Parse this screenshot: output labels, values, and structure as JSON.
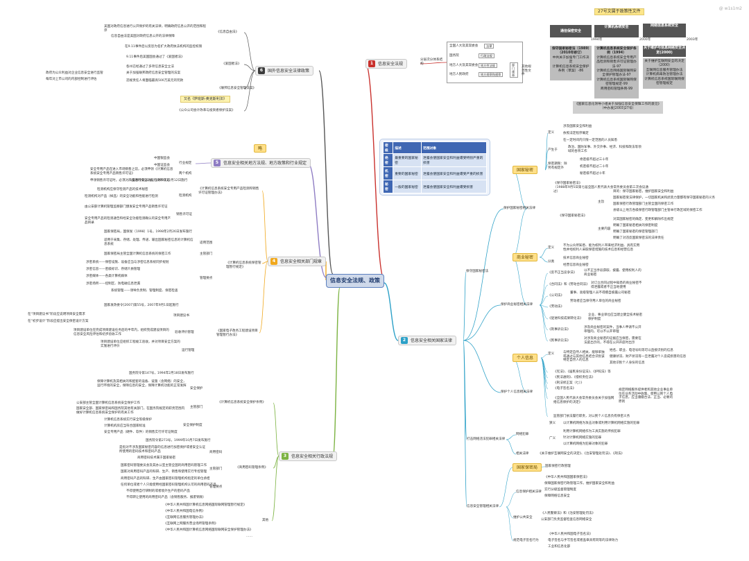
{
  "title": "信息安全法规、政策",
  "watermark": "@ w1s1m2",
  "branches": {
    "b1": {
      "num": "1",
      "label": "信息安全法规"
    },
    "b2": {
      "num": "2",
      "label": "信息安全相关国家法律"
    },
    "b3": {
      "num": "3",
      "label": "信息安全相关行政法规"
    },
    "b4": {
      "num": "4",
      "label": "信息安全相关部门规章"
    },
    "b5": {
      "num": "5",
      "label": "信息安全相关地方法规、地方政策和行业规定"
    },
    "b6": {
      "num": "6",
      "label": "国外信息安全法律政策"
    }
  },
  "b1_detail": {
    "note": "分层次分体系结构",
    "rows": [
      "全国人大及其常委会",
      "国务院",
      "地方人大及其常委会",
      "地方人民政府"
    ],
    "types": [
      "法律",
      "行政法规",
      "地方性法规",
      "地方规章和规章"
    ],
    "side1": "部门规章",
    "side2": "其他规范性文件"
  },
  "timeline": {
    "top": "27号文属于政策性文件",
    "heads": [
      "通信保密安全",
      "计算机系统安全",
      "网络信息系统安全",
      "关于维护与信息网络安全决定(2000)"
    ],
    "years": [
      "1994年",
      "2000年",
      "2003年"
    ],
    "col1": [
      "保守国家秘密法（1989）（2010年修订）",
      "中共关于加强专门工作决定",
      "计算机信息系统安全保护条例（草案）-86"
    ],
    "col2": [
      "计算机信息系统安全保护条例（1994）",
      "计算机信息系统安全专用产品检测和销售许可证管理办法-97",
      "计算机信息网络国际联网安全保护管理办法-97",
      "计算机信息系统国际联网保密管理规定-99",
      "商用密码管理条例-99"
    ],
    "col3": [
      "关于维护互联网安全的决定（2000）",
      "互联网信息服务管理办法",
      "计算机病毒防治管理办法",
      "计算机信息系统国际联网保密管理规定"
    ],
    "bottom": "《国家信息化领导小组关于加强信息安全保障工作的意见》（中办发[2003]27号）"
  },
  "sec_table": {
    "headers": [
      "密级",
      "描述",
      "范围对象"
    ],
    "rows": [
      [
        "绝密",
        "最重要的国家秘密",
        "泄露会使国家安全和利益遭受特别严重的损害"
      ],
      [
        "机密",
        "重要的国家秘密",
        "泄露会使国家安全和利益遭受严重的损害"
      ],
      [
        "秘密",
        "一般的国家秘密",
        "泄露会使国家安全和利益遭受损害"
      ]
    ]
  },
  "law_groups": {
    "g1": "保守国家秘密法",
    "g2": "保护国家秘密相关法律",
    "g3": "保护商业秘密相关法律",
    "g4": "保护个人信息相关法律",
    "g5": "打击网络违法犯罪相关法律",
    "g6": "信息安全管理相关法律",
    "g7": "信息保护相关法律"
  },
  "tags": {
    "state_secret": "国家秘密",
    "business_secret": "商业秘密",
    "personal": "个人信息",
    "protection": "国家保密局",
    "omit": "略"
  },
  "state_secret": {
    "def_label": "定义",
    "def": [
      "涉及国家安全和利益",
      "依照法定程序确定",
      "在一定时间内只限一定范围的人员知悉"
    ],
    "prod_label": "产生于",
    "prod": "政治、国防军事、外交外事、经济、科技和政法等领域的各项工作",
    "lvl_label": "保密期限：除另有规定外",
    "lvl": [
      "绝密级不超过三十年",
      "机密级不超过二十年",
      "秘密级不超过十年"
    ],
    "law": "《保守国家秘密法》",
    "law_note": "（1988年9月5日第七届全国人民代表大会常务委员会第三次会议通过）",
    "main_label": "主旨",
    "main": [
      "目的：保守国家秘密，维护国家安全和利益",
      "国家秘密受法律保护，一切国家机关和武装力量都有保守国家秘密的义务",
      "国家保密行政管理部门主管全国的保密工作",
      "县级以上地方各级保密行政管理部门主管本行政区域的保密工作"
    ],
    "content_label": "主要内容",
    "content": [
      "对其国家秘密的确定、变更和解除作出规定",
      "明确了国家秘密相关的保密制度",
      "明确了国家秘密的保密管理部门",
      "明确了对违反国家保密法的法律责任"
    ]
  },
  "business": {
    "def_label": "定义",
    "def": "不为公众所知悉、能为权利人带来经济利益、具有实用性并经权利人采取保密措施的技术信息和经营信息",
    "cls_label": "分类",
    "cls": [
      "技术信息商业秘密",
      "经营信息商业秘密"
    ],
    "laws": [
      "《反不正当竞争法》",
      "《合同法》和《劳动合同法》",
      "《公司法》",
      "《劳动法》",
      "《促进科技成果转化法》",
      "《刑事诉讼法》",
      "《民事诉讼法》"
    ],
    "notes": [
      "以不正当手段获取、披露、使用权利人的商业秘密",
      "对订立合同过程中知悉的商业秘密不得泄露或者不正当地使用",
      "董事、高级管理人员不得擅自披露公司秘密",
      "劳动者应当保守用人单位的商业秘密",
      "企业、事业单位应当建立健全技术秘密保护制度",
      "涉及商业秘密的案件，当事人申请不公开审理的，可以不公开审理",
      "对涉及商业秘密的证据应当保密，需要在法庭出示的，不得在公开开庭时出示"
    ]
  },
  "personal": {
    "def_label": "定义",
    "def": "与特定自然人相关、能够单独或通过与其他信息结合识别该特定自然人的信息",
    "items": [
      "姓名、职业、电话号码等可以直接识别的信息",
      "健康状况、财产状况等一旦泄露对个人造成损害的信息",
      "其他识别个人身份的信息"
    ],
    "laws": [
      "《宪法》、《居民身份证法》、《护照法》等",
      "《民法通则》、《侵权责任法》",
      "《刑法修正案（七）》",
      "《电子签名法》"
    ],
    "net": "《全国人民代表大会常务委员会关于加强网络信息保护的决定》",
    "net_note": "规定网络服务提供者和其他企业事业单位在业务活动中收集、使用公民个人电子信息，应当遵循合法、正当、必要的原则",
    "tail": "监管部门依法履行职责，对公民个人信息负有保密义务"
  },
  "crime": {
    "label": "网络犯罪",
    "narrow_label": "狭义",
    "narrow": "以计算机网络为攻击对象或利用计算机网络实施的犯罪",
    "broad_label": "广义",
    "broad": [
      "利用计算机网络作为工具实施的传统犯罪",
      "针对计算机网络实施的犯罪",
      "以计算机网络为犯罪对象的犯罪"
    ],
    "law_label": "相关法律",
    "laws": "《关于维护互联网安全的决定》、《治安管理处罚法》、《刑法》"
  },
  "manage": {
    "law": "国家保密行政管理",
    "items": [
      "《中华人民共和国国家保密法》",
      "保障国家保密行政管理工作，维护国家安全和利益",
      "实行分级监督管理制度",
      "保障网络信息安全"
    ],
    "el_label": "维护公共安全",
    "el": [
      "《人民警察法》和《治安管理处罚法》",
      "公安部门负责监督检查信息网络安全"
    ],
    "sign_label": "规范电子签名行为",
    "sign": [
      "《中华人民共和国电子签名法》",
      "电子签名与手写签名或者盖章具有同等的法律效力",
      "工业和信息化部"
    ]
  },
  "b6_detail": {
    "label1": "《信息自由法》",
    "item1": "美国对政府信息进行公开保护的有关法律，明确政府信息公开的范围和程序",
    "label2": "《爱国者法》",
    "item2": "在9.11事件后以反恐为名扩大政府执法机构的监控权限",
    "label3": "《联邦信息安全管理法案》",
    "item3": "关于加强联邦政府信息安全管理的法案",
    "label4": "《公众公司会计改革与投资者保护法案》",
    "item4": "又名《萨班斯-奥克斯利法》",
    "lines": [
      "信息自由法是美国对政府信息公开的法律保障",
      "9.11事件后美国国会通过了《爱国者法》",
      "各州已经通过了多项信息安全立法",
      "政府为公众利益对企业信息安全进行监管",
      "每年对上市公司的内部控制进行评估",
      "违规责任人将面临最高500万美元的罚款"
    ]
  },
  "b5_detail": {
    "label": "行业规定",
    "items": [
      "中国银监会",
      "中国证监会"
    ]
  },
  "b4_detail": {
    "head1": "公安部令第32号，1997年12月12日施行",
    "g1": "《计算机信息系统安全专用产品检测和销售许可证管理办法》",
    "g1_items": [
      "两个机构",
      "检测机构",
      "销售许可证"
    ],
    "g1_notes": [
      "安全专用产品在进入市场销售之前，必须申领《计算机信息系统安全专用产品销售许可证》",
      "申领销售许可证时，必须对产品进行安全功能检测和认定",
      "检测机构对产品（样品）的安全功能和性能进行检测",
      "检测机构应保守检测产品的技术秘密",
      "由公安部计算机管理监察部门颁发安全专用产品销售许可证",
      "安全专用产品的检测通告和经安全功能检测确认的安全专用产品目录"
    ],
    "head2": "国家保密局，国保发〔1998〕1号，1998年2月26日发布施行",
    "g2": "《计算机信息系统保密管理暂行规定》",
    "g2_items": [
      "适用范围",
      "主管部门",
      "管理要点"
    ],
    "g2_notes": [
      "适用于采集、存储、处理、传递、输出国家秘密信息的计算机信息系统",
      "国家保密局主管全国计算机信息系统的保密工作",
      "涉密系统——保密设施、设备应当与涉密信息系统同步规划",
      "涉密信息——密级标识、存储介质管理",
      "涉密媒体——各类计算机媒体",
      "涉密场所——控制区、防电磁信息泄漏",
      "系统管理——领导负责制、管理制度、保密检查"
    ],
    "head3": "国家发改委令[2007]第55号，2007年9月1日起施行",
    "g3": "《国家电子政务工程建设项目管理暂行办法》",
    "g3_items": [
      "项目建议书",
      "验收评价管理",
      "运行管理"
    ],
    "g3_notes": [
      "在“项目建议书”阶段应说明项目安全需求",
      "在“初步设计”阶段应提出安全保密设计方案",
      "项目建设单位在完成项目建设任务后的半年内，组织完成建设项目的信息安全风险评估和初步验收工作",
      "项目建设单位应组织工程竣工验收，并对项目安全方案的实施进行评价"
    ]
  },
  "b3_detail": {
    "head1": "国务院令第147号，1994年2月18日发布施行",
    "g1": "《计算机信息系统安全保护条例》",
    "g1_items": [
      "安全保护",
      "主管部门",
      "安全保护制度"
    ],
    "g1_notes": [
      "保障计算机及其相关的和配套的设备、设施（含网络）的安全，运行环境的安全，保障信息的安全，保障计算机功能的正常发挥",
      "公安部主管全国计算机信息系统安全保护工作",
      "国家安全部、国家保密局和国务院其他有关部门，在国务院规定的职责范围内做好计算机信息系统安全保护的有关工作",
      "计算机信息系统实行安全等级保护",
      "计算机机房应当符合国家标准",
      "安全专用产品（硬件、软件）的销售实行许可证制度"
    ],
    "head2": "国务院令第273号，1999年10月7日发布施行",
    "g2": "《商用密码管理条例》",
    "g2_items": [
      "商用密码",
      "主管部门",
      "管理要点"
    ],
    "g2_notes": [
      "是指对不涉及国家秘密内容的信息进行加密保护或者安全认证所使用的密码技术和密码产品",
      "商用密码技术属于国家秘密",
      "国家密码管理委员会及其办公室主管全国的商用密码管理工作",
      "国家对商用密码产品的科研、生产、销售和使用实行专控管理",
      "商用密码产品的科研、生产由国家密码管理机构指定的单位承担",
      "任何单位或者个人只能使用经国家密码管理机构认可的商用密码产品",
      "不得使用自行研制的或者境外生产的密码产品",
      "不得转让使用的商用密码产品（含销售服务、报废销毁）"
    ],
    "other_label": "其他",
    "others": [
      "《中华人民共和国计算机信息网络国际联网管理暂行规定》",
      "《中华人民共和国电信条例》",
      "《互联网信息服务管理办法》",
      "《互联网上网服务营业场所管理条例》",
      "《中华人民共和国计算机信息网络国际联网安全保护管理办法》",
      "……"
    ]
  }
}
